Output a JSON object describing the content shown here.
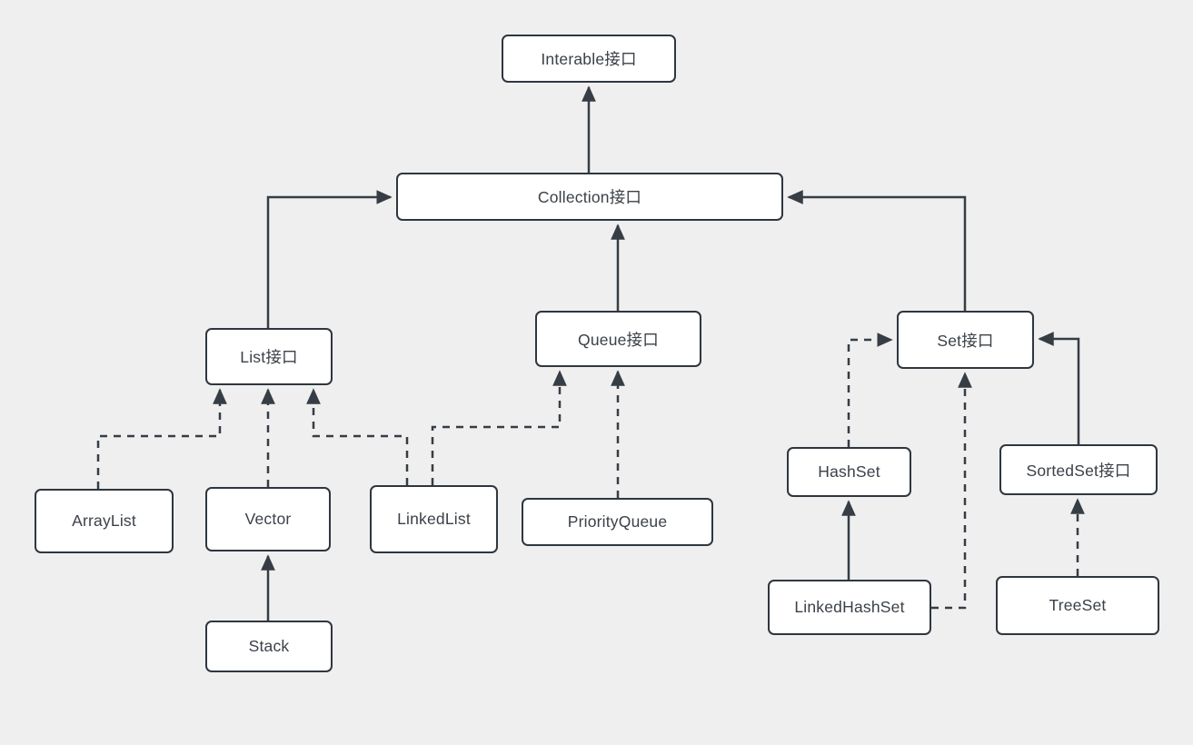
{
  "diagram": {
    "description": "Java collection framework hierarchy flowchart",
    "colors": {
      "background": "#efefef",
      "node_fill": "#ffffff",
      "stroke": "#363d45",
      "text": "#3b4148"
    },
    "nodes": [
      {
        "id": "iterable",
        "label": "Interable接口"
      },
      {
        "id": "collection",
        "label": "Collection接口"
      },
      {
        "id": "list",
        "label": "List接口"
      },
      {
        "id": "queue",
        "label": "Queue接口"
      },
      {
        "id": "set",
        "label": "Set接口"
      },
      {
        "id": "arraylist",
        "label": "ArrayList"
      },
      {
        "id": "vector",
        "label": "Vector"
      },
      {
        "id": "linkedlist",
        "label": "LinkedList"
      },
      {
        "id": "priorityqueue",
        "label": "PriorityQueue"
      },
      {
        "id": "stack",
        "label": "Stack"
      },
      {
        "id": "hashset",
        "label": "HashSet"
      },
      {
        "id": "sortedset",
        "label": "SortedSet接口"
      },
      {
        "id": "linkedhashset",
        "label": "LinkedHashSet"
      },
      {
        "id": "treeset",
        "label": "TreeSet"
      }
    ],
    "edges": [
      {
        "from": "Collection接口",
        "to": "Interable接口",
        "style": "solid"
      },
      {
        "from": "List接口",
        "to": "Collection接口",
        "style": "solid"
      },
      {
        "from": "Queue接口",
        "to": "Collection接口",
        "style": "solid"
      },
      {
        "from": "Set接口",
        "to": "Collection接口",
        "style": "solid"
      },
      {
        "from": "ArrayList",
        "to": "List接口",
        "style": "dashed"
      },
      {
        "from": "Vector",
        "to": "List接口",
        "style": "dashed"
      },
      {
        "from": "LinkedList",
        "to": "List接口",
        "style": "dashed"
      },
      {
        "from": "LinkedList",
        "to": "Queue接口",
        "style": "dashed"
      },
      {
        "from": "PriorityQueue",
        "to": "Queue接口",
        "style": "dashed"
      },
      {
        "from": "Stack",
        "to": "Vector",
        "style": "solid"
      },
      {
        "from": "HashSet",
        "to": "Set接口",
        "style": "dashed"
      },
      {
        "from": "LinkedHashSet",
        "to": "HashSet",
        "style": "solid"
      },
      {
        "from": "LinkedHashSet",
        "to": "Set接口",
        "style": "dashed"
      },
      {
        "from": "TreeSet",
        "to": "SortedSet接口",
        "style": "dashed"
      }
    ]
  }
}
